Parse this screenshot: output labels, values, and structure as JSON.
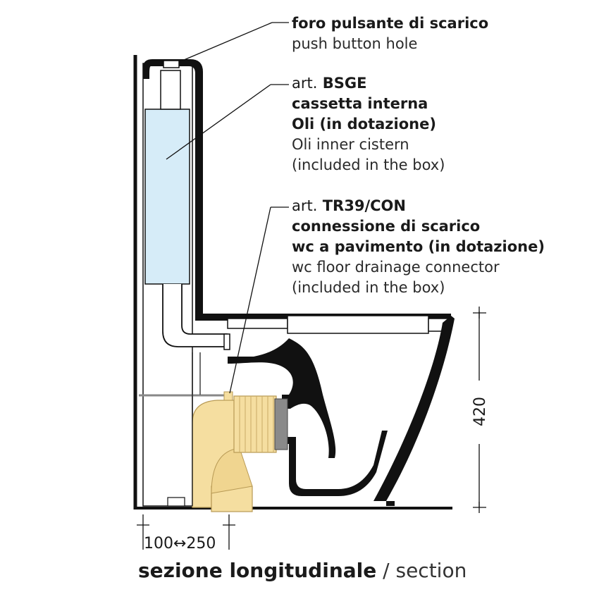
{
  "callouts": {
    "push_button": {
      "line1": "foro pulsante di scarico",
      "line2": "push button hole"
    },
    "cistern": {
      "art_prefix": "art.",
      "art_code": "BSGE",
      "line2": "cassetta interna",
      "line3": "Oli (in dotazione)",
      "line4": "Oli inner cistern",
      "line5": "(included in the box)"
    },
    "connector": {
      "art_prefix": "art.",
      "art_code": "TR39/CON",
      "line2": "connessione di scarico",
      "line3": "wc a pavimento (in dotazione)",
      "line4": "wc floor drainage connector",
      "line5": "(included in the box)"
    }
  },
  "dimensions": {
    "height": "420",
    "offset": "100↔250"
  },
  "caption": {
    "bold": "sezione longitudinale",
    "separator": " / ",
    "regular": "section"
  },
  "colors": {
    "cistern_fill": "#d6ecf8",
    "connector_fill": "#f5dea0",
    "connector_stroke": "#b89a55",
    "seal_fill": "#8a8a8a",
    "outline": "#111111"
  }
}
